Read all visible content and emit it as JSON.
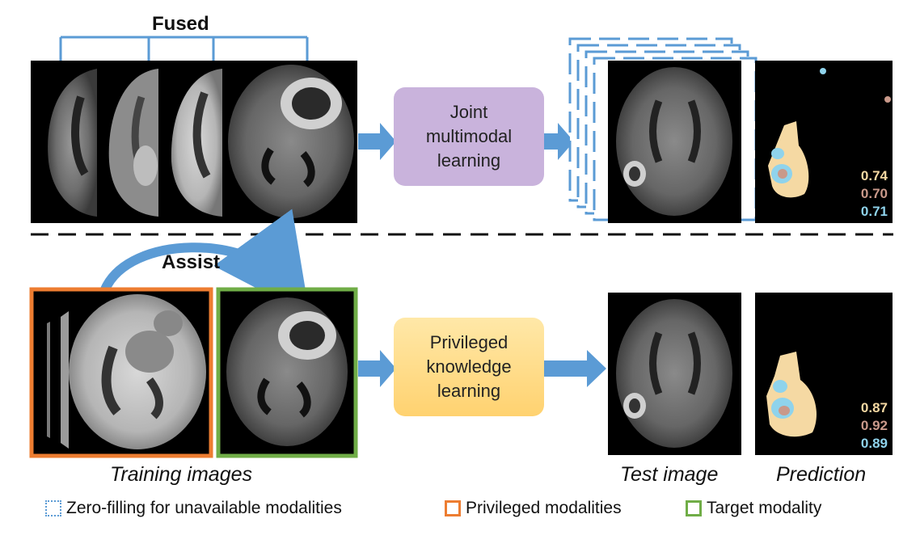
{
  "top": {
    "fused_label": "Fused",
    "process_label_lines": [
      "Joint",
      "multimodal",
      "learning"
    ],
    "scores": [
      "0.74",
      "0.70",
      "0.71"
    ]
  },
  "bottom": {
    "assist_label": "Assist",
    "process_label_lines": [
      "Privileged",
      "knowledge",
      "learning"
    ],
    "scores": [
      "0.87",
      "0.92",
      "0.89"
    ]
  },
  "captions": {
    "training": "Training images",
    "test": "Test image",
    "prediction": "Prediction"
  },
  "legend": [
    {
      "label": "Zero-filling for unavailable modalities",
      "style": "dotted",
      "color": "#5b9bd5"
    },
    {
      "label": "Privileged modalities",
      "style": "solid",
      "color": "#ed7d31"
    },
    {
      "label": "Target modality",
      "style": "solid",
      "color": "#70ad47"
    }
  ],
  "colors": {
    "arrow": "#5b9bd5",
    "joint_box": "#c9b3dc",
    "privileged_box": "#ffd98a",
    "privileged_border": "#ed7d31",
    "target_border": "#70ad47",
    "score_1": "#f5d9a3",
    "score_2": "#c9998a",
    "score_3": "#8fd3ec"
  }
}
